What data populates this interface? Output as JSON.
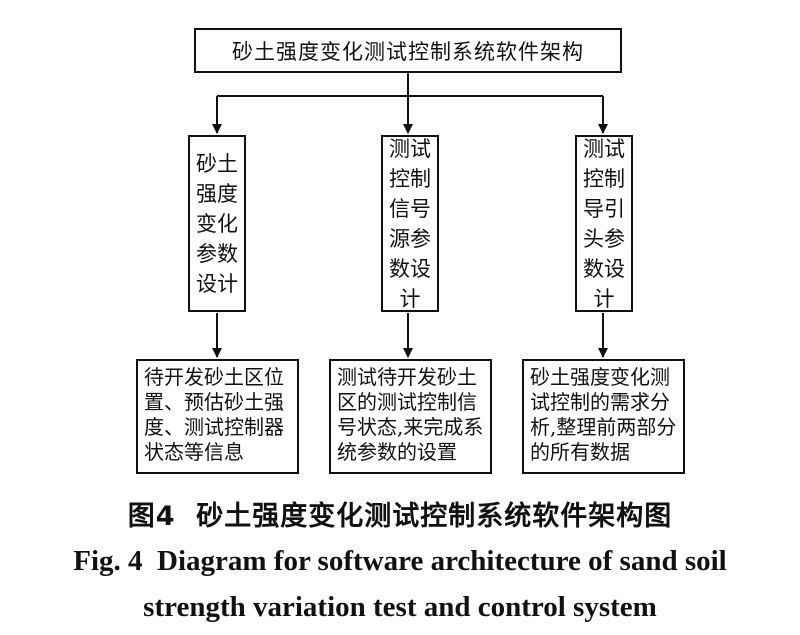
{
  "diagram": {
    "top": "砂土强度变化测试控制系统软件架构",
    "modules": [
      {
        "title": "砂土强度变化参数设计",
        "detail": "待开发砂土区位置、预估砂土强度、测试控制器状态等信息"
      },
      {
        "title": "测试控制信号源参数设计",
        "detail": "测试待开发砂土区的测试控制信号状态,来完成系统参数的设置"
      },
      {
        "title": "测试控制导引头参数设计",
        "detail": "砂土强度变化测试控制的需求分析,整理前两部分的所有数据"
      }
    ]
  },
  "caption": {
    "zh": "图4  砂土强度变化测试控制系统软件架构图",
    "en_line1": "Fig. 4  Diagram for software architecture of sand soil",
    "en_line2": "strength variation test and control system"
  }
}
